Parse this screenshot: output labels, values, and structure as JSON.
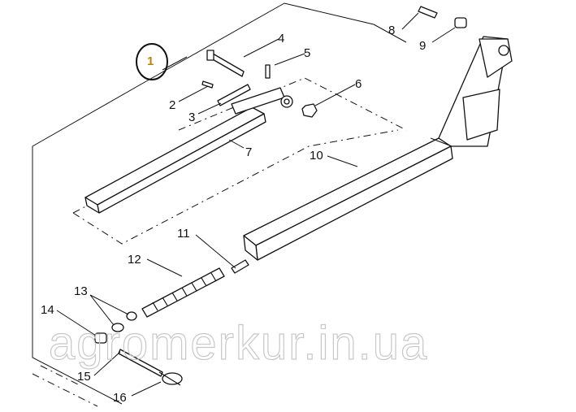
{
  "assembly": {
    "number": "1",
    "number_color": "#b8860b"
  },
  "callouts": [
    {
      "id": "4",
      "label": "4"
    },
    {
      "id": "5",
      "label": "5"
    },
    {
      "id": "2",
      "label": "2"
    },
    {
      "id": "3",
      "label": "3"
    },
    {
      "id": "6",
      "label": "6"
    },
    {
      "id": "7",
      "label": "7"
    },
    {
      "id": "8",
      "label": "8"
    },
    {
      "id": "9",
      "label": "9"
    },
    {
      "id": "10",
      "label": "10"
    },
    {
      "id": "11",
      "label": "11"
    },
    {
      "id": "12",
      "label": "12"
    },
    {
      "id": "13",
      "label": "13"
    },
    {
      "id": "14",
      "label": "14"
    },
    {
      "id": "15",
      "label": "15"
    },
    {
      "id": "16",
      "label": "16"
    }
  ],
  "watermark": {
    "text": "agromerkur.in.ua"
  }
}
